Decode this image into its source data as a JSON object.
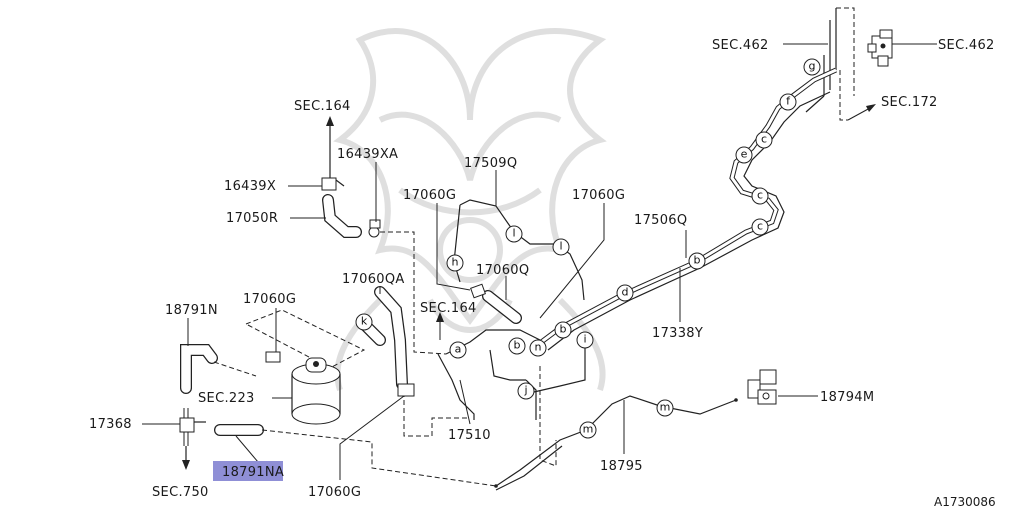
{
  "labels": {
    "sec462_left": "SEC.462",
    "sec462_right": "SEC.462",
    "sec172": "SEC.172",
    "sec164_top": "SEC.164",
    "sec164_mid": "SEC.164",
    "sec223": "SEC.223",
    "sec750": "SEC.750",
    "p16439XA": "16439XA",
    "p16439X": "16439X",
    "p17050R": "17050R",
    "p17509Q": "17509Q",
    "p17060G_a": "17060G",
    "p17060G_b": "17060G",
    "p17060G_c": "17060G",
    "p17060G_d": "17060G",
    "p17506Q": "17506Q",
    "p17060Q": "17060Q",
    "p17060QA": "17060QA",
    "p17338Y": "17338Y",
    "p18791N": "18791N",
    "p18791NA": "18791NA",
    "p17368": "17368",
    "p17510": "17510",
    "p18795": "18795",
    "p18794M": "18794M",
    "ref_code": "A1730086"
  },
  "clip_letters": {
    "g": "g",
    "f": "f",
    "c1": "c",
    "e": "e",
    "c2": "c",
    "c3": "c",
    "b1": "b",
    "d": "d",
    "l1": "l",
    "l2": "l",
    "h": "h",
    "k": "k",
    "a": "a",
    "b2": "b",
    "n": "n",
    "b3": "b",
    "i": "i",
    "j": "j",
    "m1": "m",
    "m2": "m"
  },
  "colors": {
    "line": "#222222",
    "highlight": "#8f8fd6",
    "watermark": "#dcdcdc"
  }
}
